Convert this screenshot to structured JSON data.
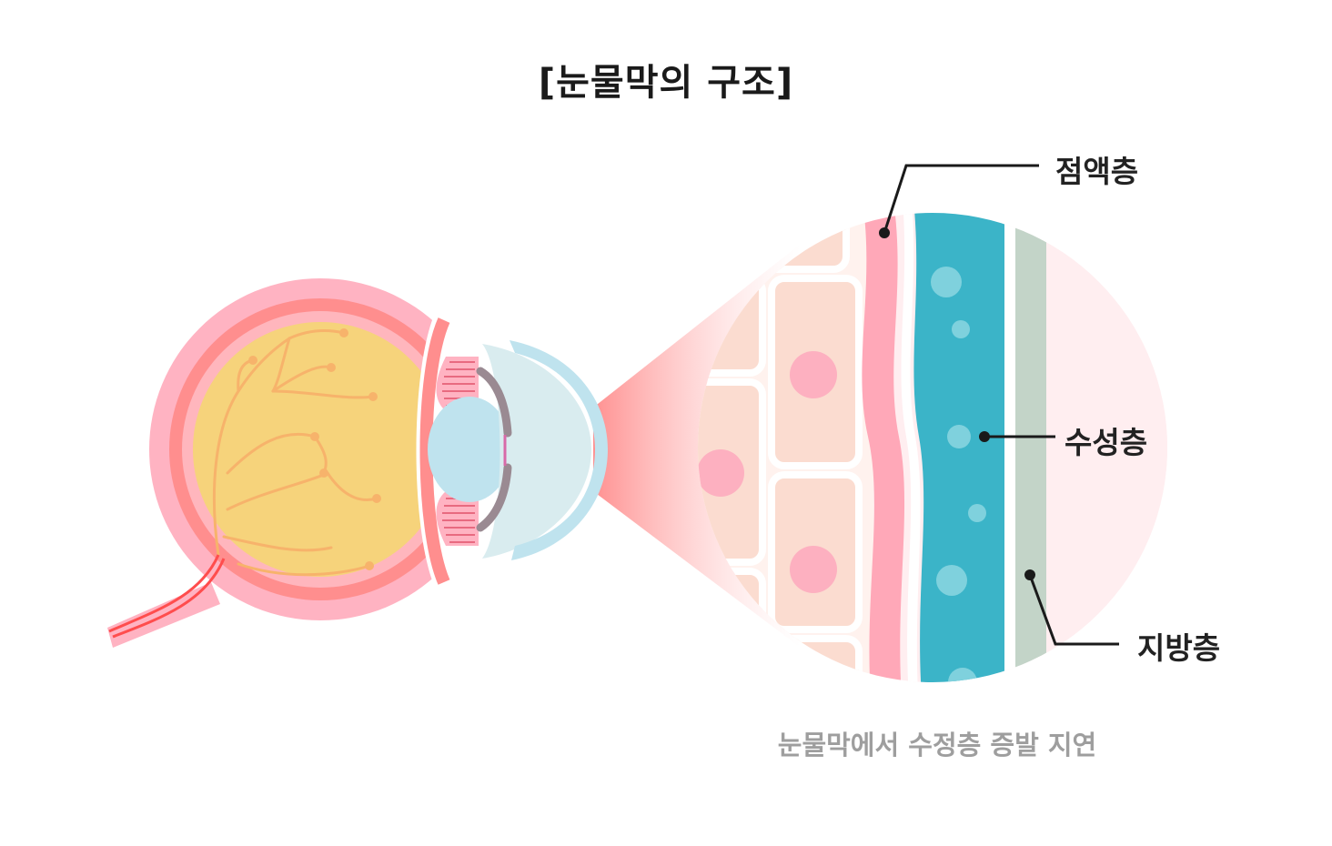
{
  "title": "[눈물막의 구조]",
  "labels": {
    "mucin_layer": "점액층",
    "aqueous_layer": "수성층",
    "lipid_layer": "지방층"
  },
  "caption": "눈물막에서 수정층 증발 지연",
  "colors": {
    "sclera": "#ffb3c2",
    "choroid": "#ff8e8e",
    "vitreous": "#f6d37b",
    "vessels": "#f7b36b",
    "cornea": "#bfe3ee",
    "aqueous": "#3bb4c8",
    "lipid": "#c3d4c8",
    "mucin": "#ffa8b8",
    "cells": "#fbdcd0",
    "caption_text": "#9e9e9e"
  }
}
